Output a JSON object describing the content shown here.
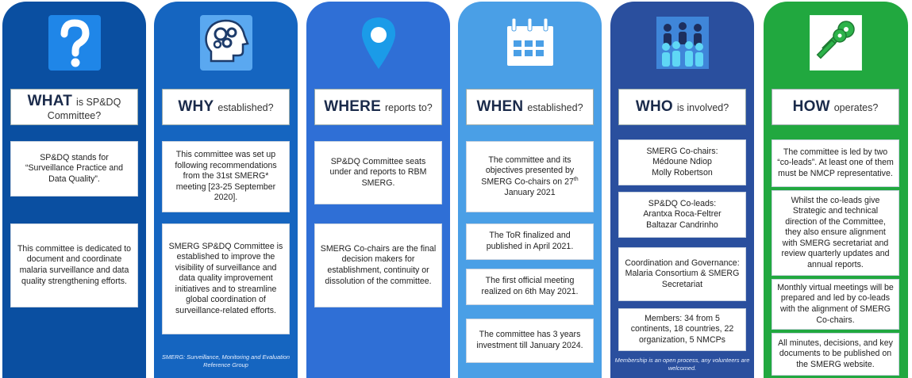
{
  "columns": [
    {
      "id": "what",
      "color": "#0a4fa1",
      "icon": "question-mark-icon",
      "header": {
        "key": "WHAT",
        "rest": "is SP&DQ",
        "rest2": "Committee?"
      },
      "boxes": [
        "SP&DQ stands for “Surveillance Practice and Data Quality”.",
        "This committee is dedicated to document and coordinate malaria surveillance and data quality strengthening efforts."
      ],
      "footnote": ""
    },
    {
      "id": "why",
      "color": "#1565c0",
      "icon": "head-gears-icon",
      "header": {
        "key": "WHY",
        "rest": "established?",
        "rest2": ""
      },
      "boxes": [
        "This committee was set up following recommendations from the 31st SMERG* meeting [23-25 September 2020].",
        "SMERG SP&DQ Committee is established to improve the visibility of surveillance and data quality improvement initiatives and to streamline global coordination of surveillance-related efforts."
      ],
      "footnote": "SMERG: Surveillance, Monitoring and Evaluation Reference Group"
    },
    {
      "id": "where",
      "color": "#2f6fd6",
      "icon": "location-pin-icon",
      "header": {
        "key": "WHERE",
        "rest": "reports to?",
        "rest2": ""
      },
      "boxes": [
        "SP&DQ Committee seats under and reports to RBM SMERG.",
        "SMERG Co-chairs are the final decision makers for establishment, continuity or dissolution of the committee."
      ],
      "footnote": ""
    },
    {
      "id": "when",
      "color": "#4a9fe6",
      "icon": "calendar-icon",
      "header": {
        "key": "WHEN",
        "rest": "established?",
        "rest2": ""
      },
      "when_first": {
        "before": "The committee and its objectives presented by SMERG Co-chairs on 27",
        "sup": "th",
        "after": "January 2021"
      },
      "boxes": [
        "",
        "The ToR finalized and published in April 2021.",
        "The first official meeting realized on 6th May 2021.",
        "The committee has 3 years investment till January 2024."
      ],
      "footnote": ""
    },
    {
      "id": "who",
      "color": "#2a4f9e",
      "icon": "people-group-icon",
      "header": {
        "key": "WHO",
        "rest": "is involved?",
        "rest2": ""
      },
      "boxes": [
        "SMERG Co-chairs:\nMédoune Ndiop\nMolly Robertson",
        "SP&DQ Co-leads:\nArantxa Roca-Feltrer\nBaltazar Candrinho",
        "Coordination and Governance: Malaria Consortium & SMERG Secretariat",
        "Members: 34 from 5 continents, 18 countries, 22 organization, 5 NMCPs"
      ],
      "footnote": "Membership is an open process, any volunteers are welcomed."
    },
    {
      "id": "how",
      "color": "#21a83f",
      "icon": "keys-icon",
      "header": {
        "key": "HOW",
        "rest": "operates?",
        "rest2": ""
      },
      "boxes": [
        "The committee is led by two “co-leads”. At least one of them must be NMCP representative.",
        "Whilst the co-leads give Strategic and technical direction of the Committee, they also ensure alignment with SMERG secretariat and review quarterly updates and annual reports.",
        "Monthly virtual meetings will be prepared and led by co-leads with the alignment of SMERG Co-chairs.",
        "All minutes, decisions, and key documents to be published on the SMERG website."
      ],
      "footnote": ""
    }
  ]
}
